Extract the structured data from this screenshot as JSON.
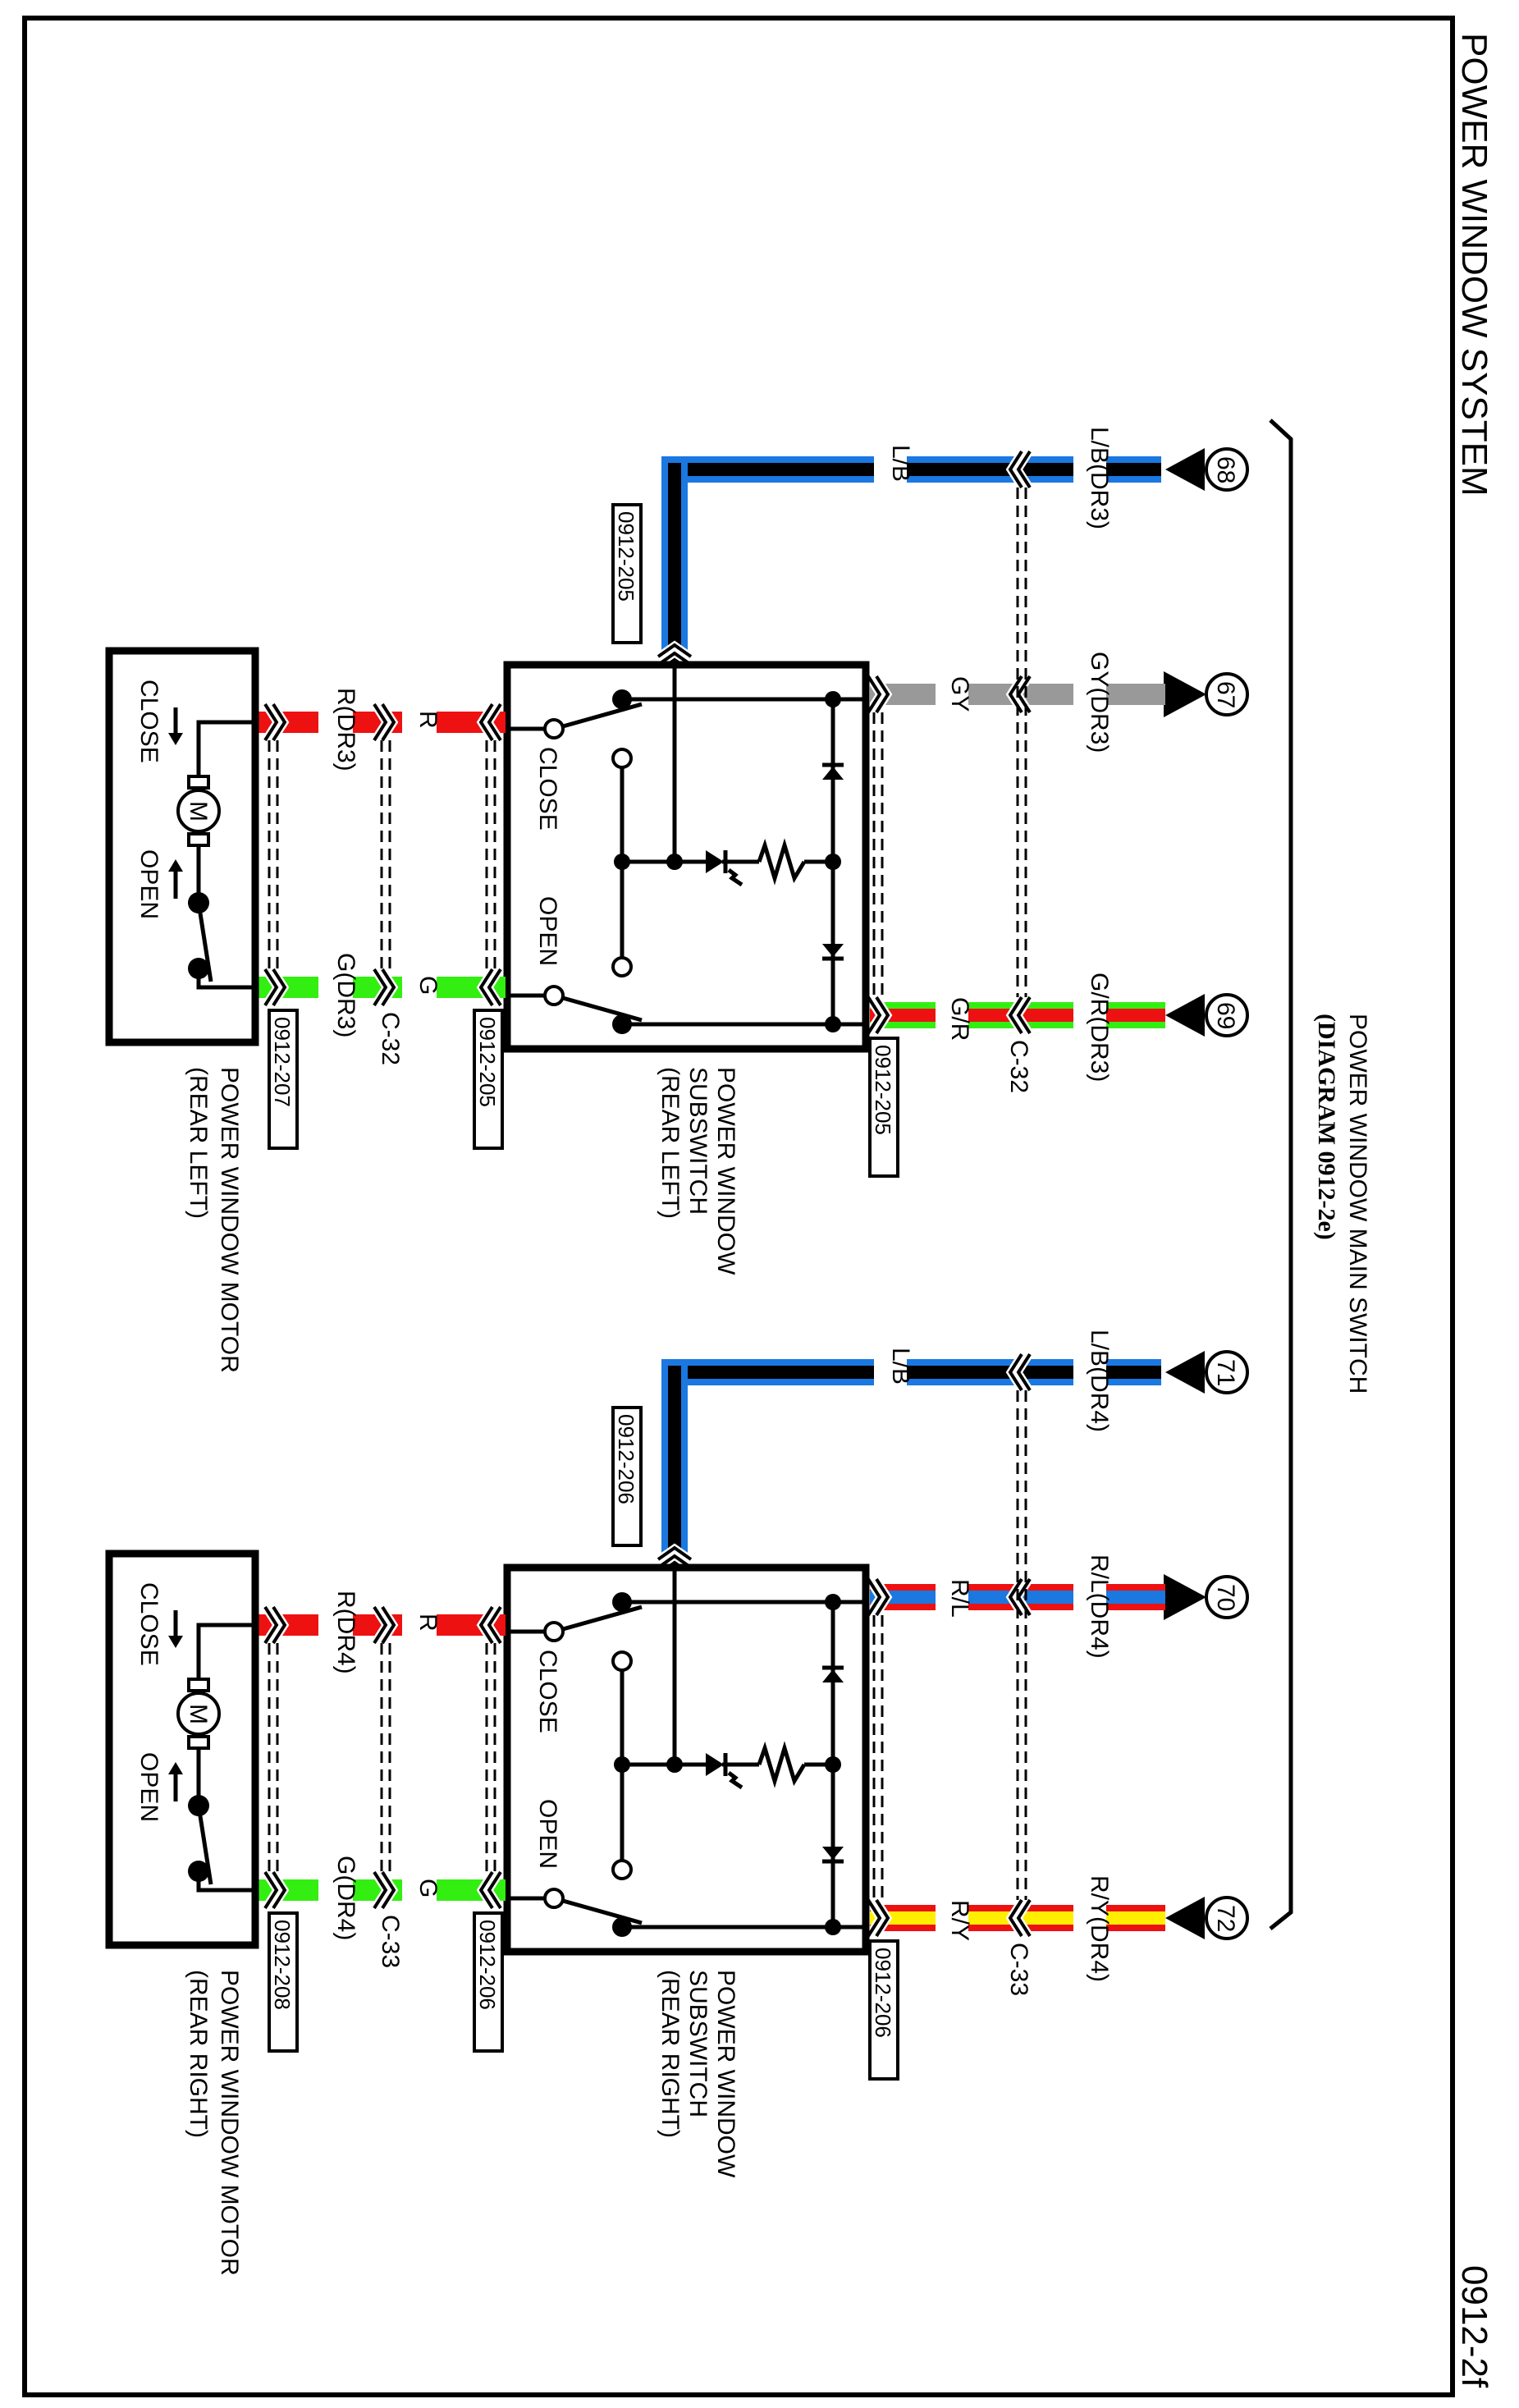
{
  "page": {
    "title": "POWER WINDOW SYSTEM",
    "page_id": "0912-2f"
  },
  "main_switch": {
    "name": "POWER WINDOW MAIN SWITCH",
    "reference": "(DIAGRAM 0912-2e)",
    "terminals": [
      {
        "id": "68",
        "wire": "L/B(DR3)",
        "colors": [
          "#1a78e0",
          "#000000"
        ],
        "direction": "in"
      },
      {
        "id": "67",
        "wire": "GY(DR3)",
        "colors": [
          "#999999"
        ],
        "direction": "out"
      },
      {
        "id": "69",
        "wire": "G/R(DR3)",
        "colors": [
          "#33ee11",
          "#ee1111"
        ],
        "direction": "in"
      },
      {
        "id": "71",
        "wire": "L/B(DR4)",
        "colors": [
          "#1a78e0",
          "#000000"
        ],
        "direction": "in"
      },
      {
        "id": "70",
        "wire": "R/L(DR4)",
        "colors": [
          "#ee1111",
          "#1a78e0"
        ],
        "direction": "out"
      },
      {
        "id": "72",
        "wire": "R/Y(DR4)",
        "colors": [
          "#ee1111",
          "#ffee00"
        ],
        "direction": "in"
      }
    ]
  },
  "sections": [
    {
      "side": "rear-left",
      "harness_connector": "C-32",
      "subswitch": {
        "name_lines": [
          "POWER WINDOW",
          "SUBSWITCH",
          "(REAR LEFT)"
        ],
        "connector_ref_top": "0912-205",
        "connector_ref_right": "0912-205",
        "connector_ref_left": "0912-205",
        "close_label": "CLOSE",
        "open_label": "OPEN",
        "wires_in": [
          "L/B",
          "GY",
          "G/R"
        ],
        "wires_out": [
          "R",
          "G"
        ]
      },
      "motor": {
        "name_lines": [
          "POWER WINDOW MOTOR",
          "(REAR LEFT)"
        ],
        "connector_ref": "0912-207",
        "symbol": "M",
        "close_label": "CLOSE",
        "open_label": "OPEN",
        "wires": [
          "R(DR3)",
          "G(DR3)"
        ]
      }
    },
    {
      "side": "rear-right",
      "harness_connector": "C-33",
      "subswitch": {
        "name_lines": [
          "POWER WINDOW",
          "SUBSWITCH",
          "(REAR RIGHT)"
        ],
        "connector_ref_top": "0912-206",
        "connector_ref_right": "0912-206",
        "connector_ref_left": "0912-206",
        "close_label": "CLOSE",
        "open_label": "OPEN",
        "wires_in": [
          "L/B",
          "R/L",
          "R/Y"
        ],
        "wires_out": [
          "R",
          "G"
        ]
      },
      "motor": {
        "name_lines": [
          "POWER WINDOW MOTOR",
          "(REAR RIGHT)"
        ],
        "connector_ref": "0912-208",
        "symbol": "M",
        "close_label": "CLOSE",
        "open_label": "OPEN",
        "wires": [
          "R(DR4)",
          "G(DR4)"
        ]
      }
    }
  ],
  "wire_colors": {
    "R": "#ee1111",
    "G": "#33ee11",
    "L": "#1a78e0",
    "B": "#000000",
    "GY": "#999999",
    "Y": "#ffee00"
  }
}
